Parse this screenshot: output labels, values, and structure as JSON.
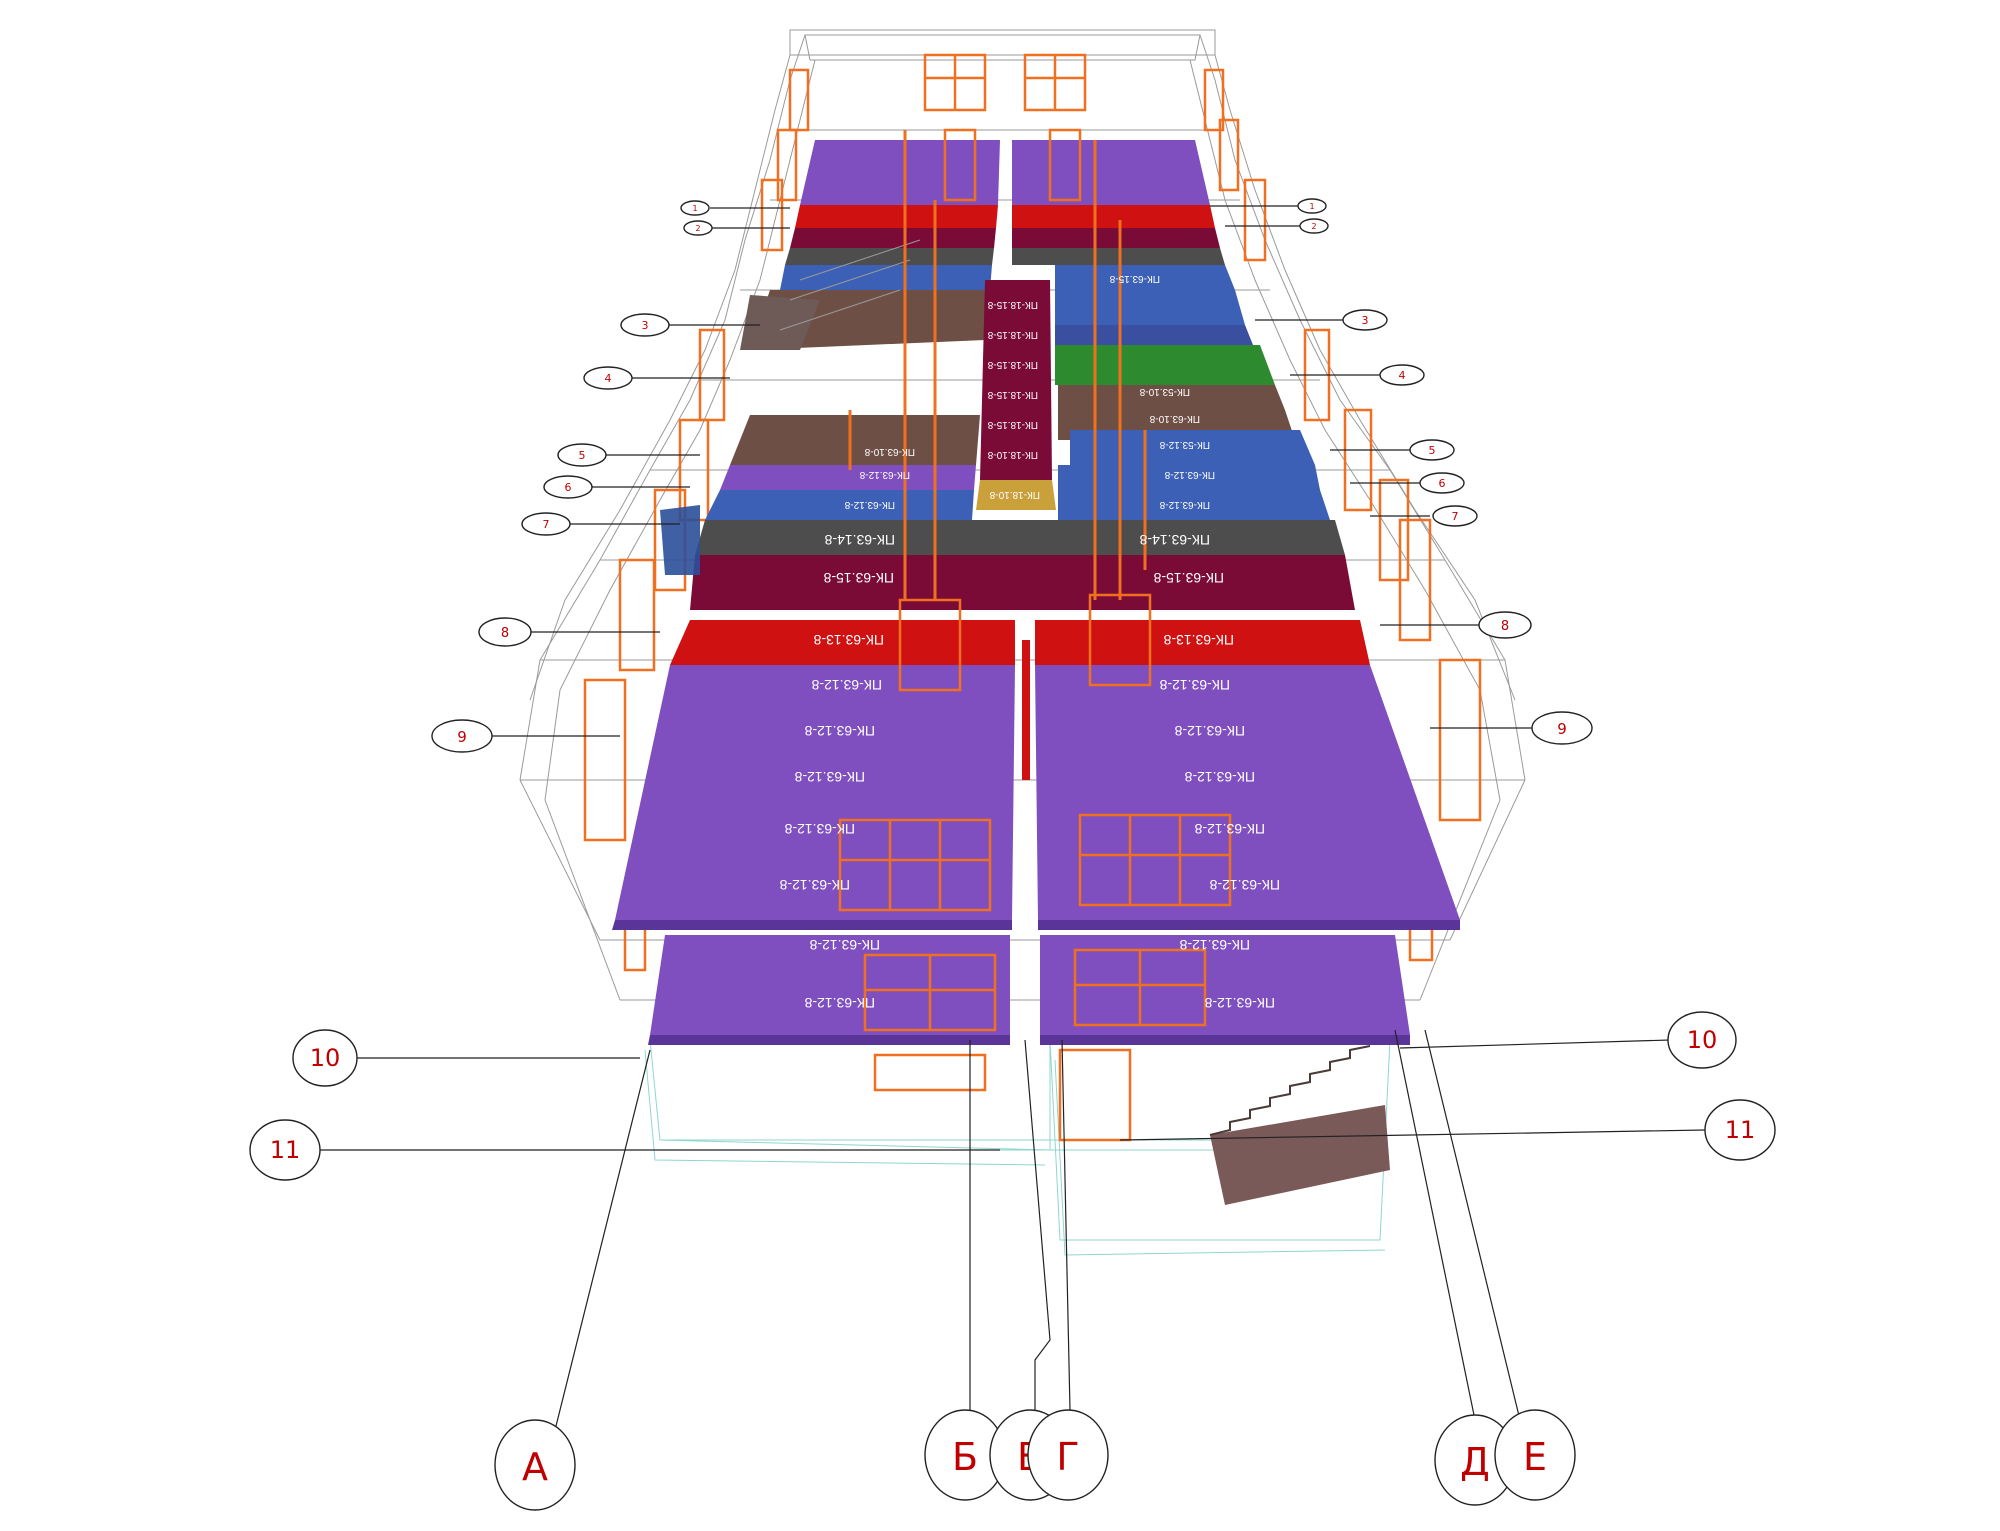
{
  "colors": {
    "violet": "#7f4fc0",
    "red": "#cf1111",
    "maroon": "#7a0a36",
    "gray": "#4d4d4d",
    "blue": "#3c60b5",
    "brown": "#6e4f46",
    "green": "#2e8a2e",
    "ochre": "#c9a03a",
    "window_orange": "#f07020",
    "bubble_text_red": "#c00000"
  },
  "axes_numbers": [
    "1",
    "2",
    "3",
    "4",
    "5",
    "6",
    "7",
    "8",
    "9",
    "10",
    "11"
  ],
  "axes_letters": [
    "А",
    "Б",
    "В",
    "Г",
    "Д",
    "Е"
  ],
  "slab_labels": {
    "a": "ПК-63.12-8",
    "b": "ПК-63.13-8",
    "c": "ПК-63.15-8",
    "d": "ПК-63.14-8",
    "e": "ПК-18.15-8",
    "f": "ПК-18.10-8",
    "g": "ПК-53.12-8",
    "h": "ПК-53.10-8",
    "i": "ПК-63.10-8",
    "j": "ПК-63.15-8"
  }
}
